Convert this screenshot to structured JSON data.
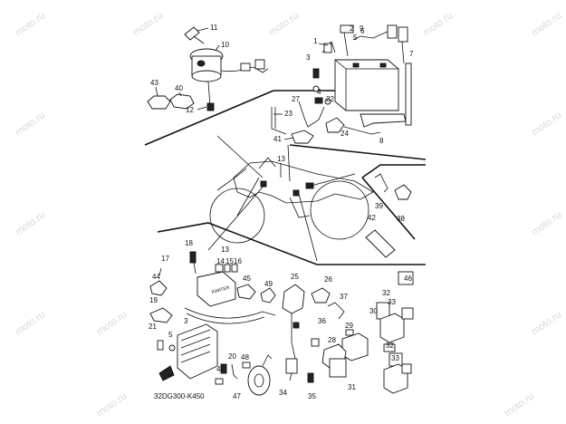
{
  "watermark": "moto.ru",
  "diagram_code": "32DG300-K450",
  "callouts": {
    "c1": "1",
    "c2": "2",
    "c3": "3",
    "c4": "4",
    "c5": "5",
    "c6": "6",
    "c7": "7",
    "c8": "8",
    "c9": "9",
    "c10": "10",
    "c11": "11",
    "c12": "12",
    "c13a": "13",
    "c13b": "13",
    "c14": "14",
    "c15": "15",
    "c16": "16",
    "c17": "17",
    "c18": "18",
    "c19": "19",
    "c20": "20",
    "c21": "21",
    "c22": "22",
    "c23": "23",
    "c24": "24",
    "c25": "25",
    "c26": "26",
    "c27": "27",
    "c28": "28",
    "c29": "29",
    "c30": "30",
    "c31": "31",
    "c32a": "32",
    "c32b": "32",
    "c33a": "33",
    "c33b": "33",
    "c34": "34",
    "c35": "35",
    "c36": "36",
    "c37": "37",
    "c38": "38",
    "c39": "39",
    "c40": "40",
    "c41": "41",
    "c42": "42",
    "c43": "43",
    "c44": "44",
    "c45": "45",
    "c46": "46",
    "c47": "47",
    "c48": "48",
    "c49": "49"
  },
  "module_label": "IGNITER"
}
